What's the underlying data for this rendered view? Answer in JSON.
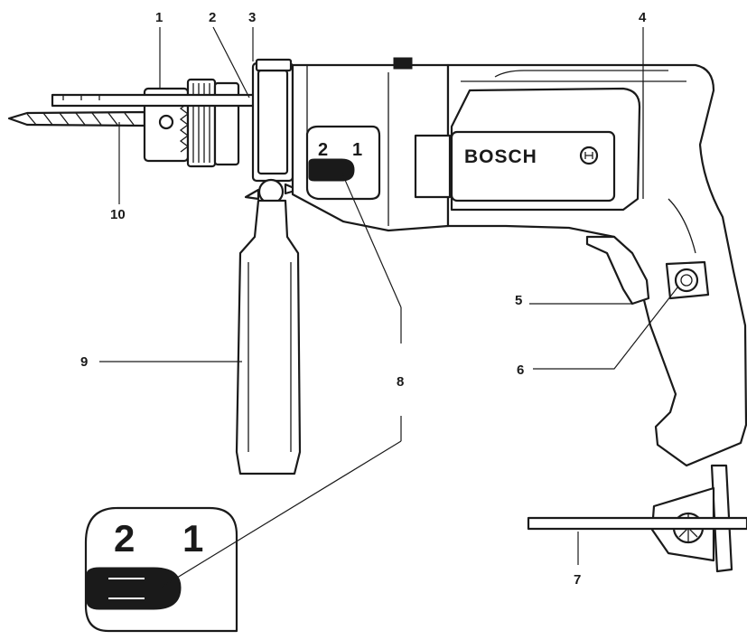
{
  "brand": "BOSCH",
  "gear_selector": {
    "gear_2": "2",
    "gear_1": "1"
  },
  "callouts": [
    "1",
    "2",
    "3",
    "4",
    "5",
    "6",
    "7",
    "8",
    "9",
    "10"
  ],
  "colors": {
    "ink": "#1a1a1a",
    "paper": "#ffffff"
  }
}
